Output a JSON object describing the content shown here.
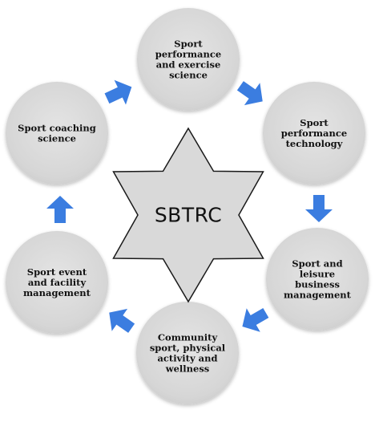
{
  "center": {
    "label": "SBTRC"
  },
  "nodes": [
    {
      "id": "sport-performance-exercise-science",
      "lines": [
        "Sport",
        "performance",
        "and exercise",
        "science"
      ]
    },
    {
      "id": "sport-performance-technology",
      "lines": [
        "Sport",
        "performance",
        "technology"
      ]
    },
    {
      "id": "sport-leisure-business-management",
      "lines": [
        "Sport and",
        "leisure",
        "business",
        "management"
      ]
    },
    {
      "id": "community-sport-physical-activity-wellness",
      "lines": [
        "Community",
        "sport, physical",
        "activity and",
        "wellness"
      ]
    },
    {
      "id": "sport-event-facility-management",
      "lines": [
        "Sport event",
        "and facility",
        "management"
      ]
    },
    {
      "id": "sport-coaching-science",
      "lines": [
        "Sport coaching",
        "science"
      ]
    }
  ],
  "colors": {
    "node_fill": "#d9d9d9",
    "star_fill": "#d9d9d9",
    "star_stroke": "#1a1a1a",
    "arrow_fill": "#3b7de0"
  },
  "arrow_icon": "block-arrow-icon"
}
